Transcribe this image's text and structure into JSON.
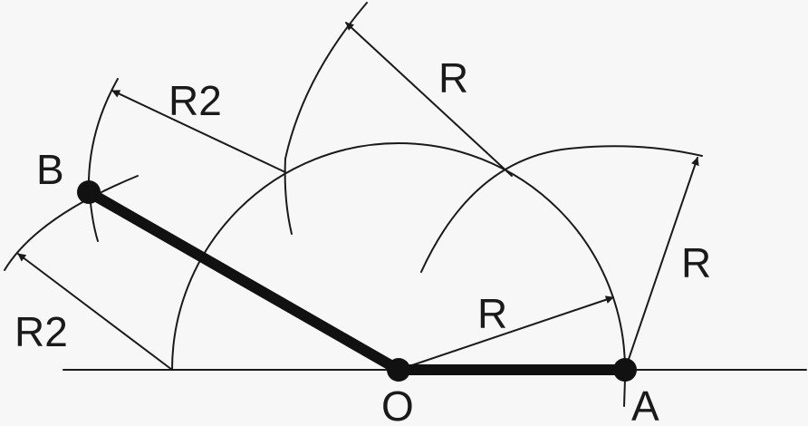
{
  "labels": {
    "point_b": "B",
    "point_o": "O",
    "point_a": "A",
    "radius_r": "R",
    "radius_r2": "R2"
  },
  "colors": {
    "stroke": "#1a1a1a",
    "segment": "#111111",
    "background": "#f7f7f7"
  }
}
